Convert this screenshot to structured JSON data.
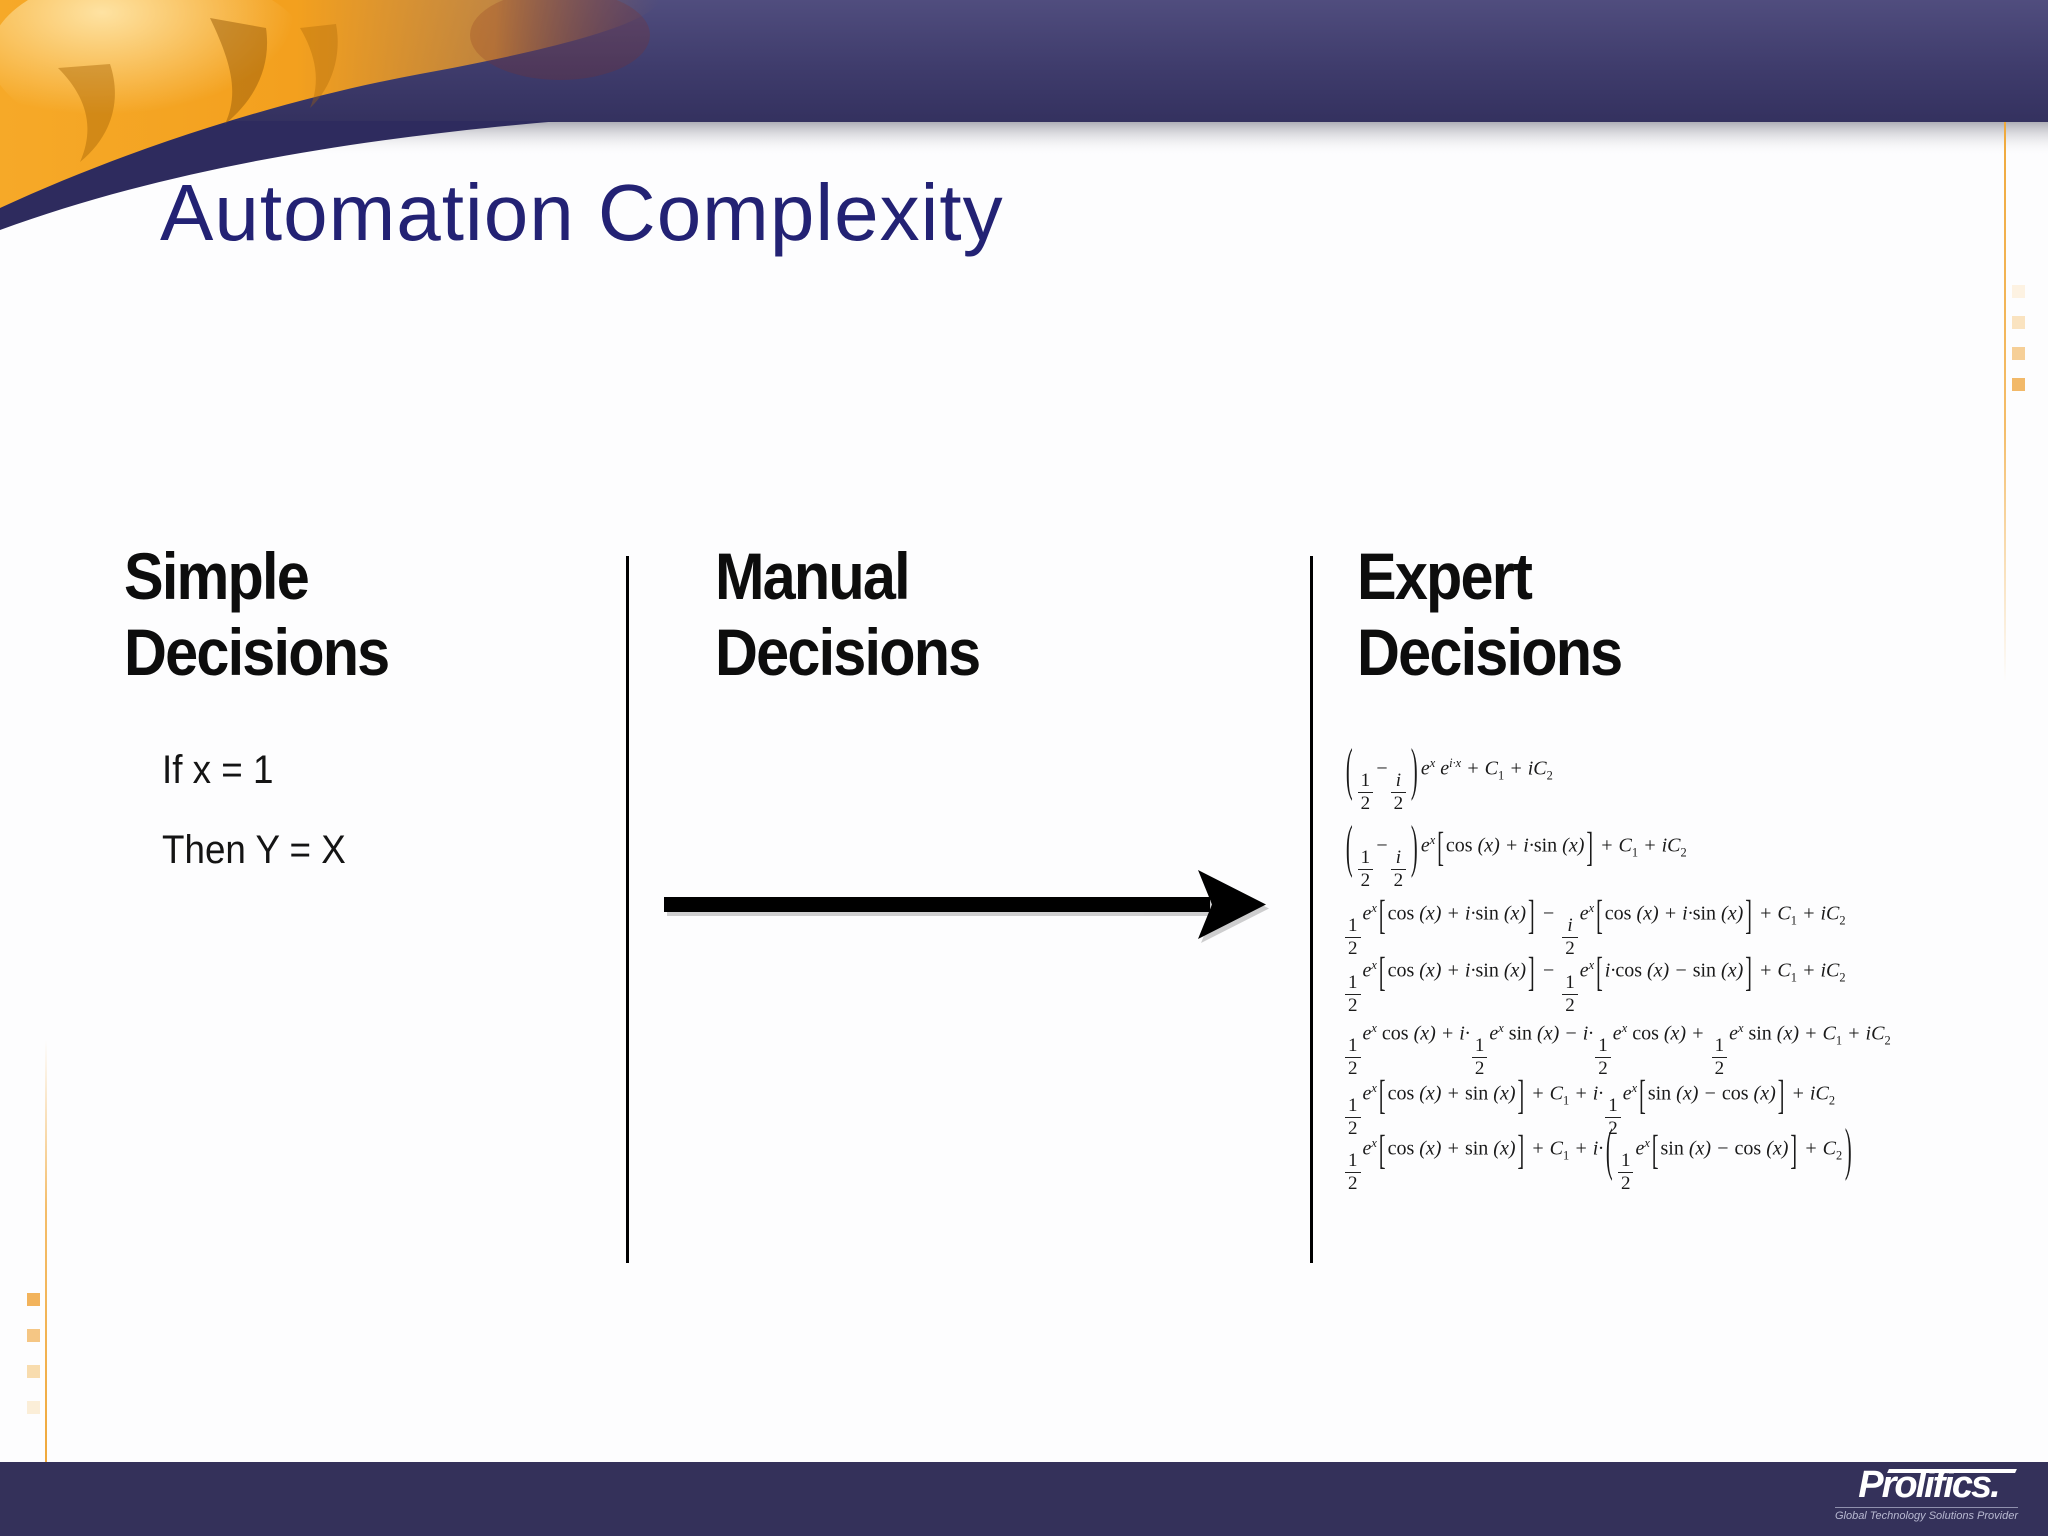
{
  "header": {
    "title": "Automation Complexity"
  },
  "columns": [
    {
      "id": "simple",
      "heading_lines": [
        "Simple",
        "Decisions"
      ]
    },
    {
      "id": "manual",
      "heading_lines": [
        "Manual",
        "Decisions"
      ]
    },
    {
      "id": "expert",
      "heading_lines": [
        "Expert",
        "Decisions"
      ]
    }
  ],
  "simple": {
    "rules": [
      "If x = 1",
      "Then Y = X"
    ]
  },
  "expert": {
    "equations": [
      "«{1/2}−{i/2}»e^(x) e^(i·x) + C_(1) + iC_(2)",
      "«{1/2}−{i/2}»e^(x)[cos (x) + i·sin (x)] + C_(1) + iC_(2)",
      "{1/2}e^(x)[cos (x) + i·sin (x)] − {i/2}e^(x)[cos (x) + i·sin (x)] + C_(1) + iC_(2)",
      "{1/2}e^(x)[cos (x) + i·sin (x)] − {1/2}e^(x)[i·cos (x) − sin (x)] + C_(1) + iC_(2)",
      "{1/2}e^(x) cos (x) + i·{1/2}e^(x) sin (x) − i·{1/2}e^(x) cos (x) + {1/2}e^(x) sin (x) + C_(1) + iC_(2)",
      "{1/2}e^(x)[cos (x) + sin (x)] + C_(1) + i·{1/2}e^(x)[sin (x) − cos (x)] + iC_(2)",
      "{1/2}e^(x)[cos (x) + sin (x)] + C_(1) + i·«{1/2}e^(x)[sin (x) − cos (x)] + C_(2)»"
    ]
  },
  "footer": {
    "logo": "Prolifics.",
    "tagline": "Global Technology Solutions Provider"
  },
  "colors": {
    "header_navy": "#3f3c6c",
    "footer_navy": "#34315a",
    "accent_gold": "#f2a53a",
    "title_blue": "#232274",
    "text_black": "#0d0d0d"
  }
}
